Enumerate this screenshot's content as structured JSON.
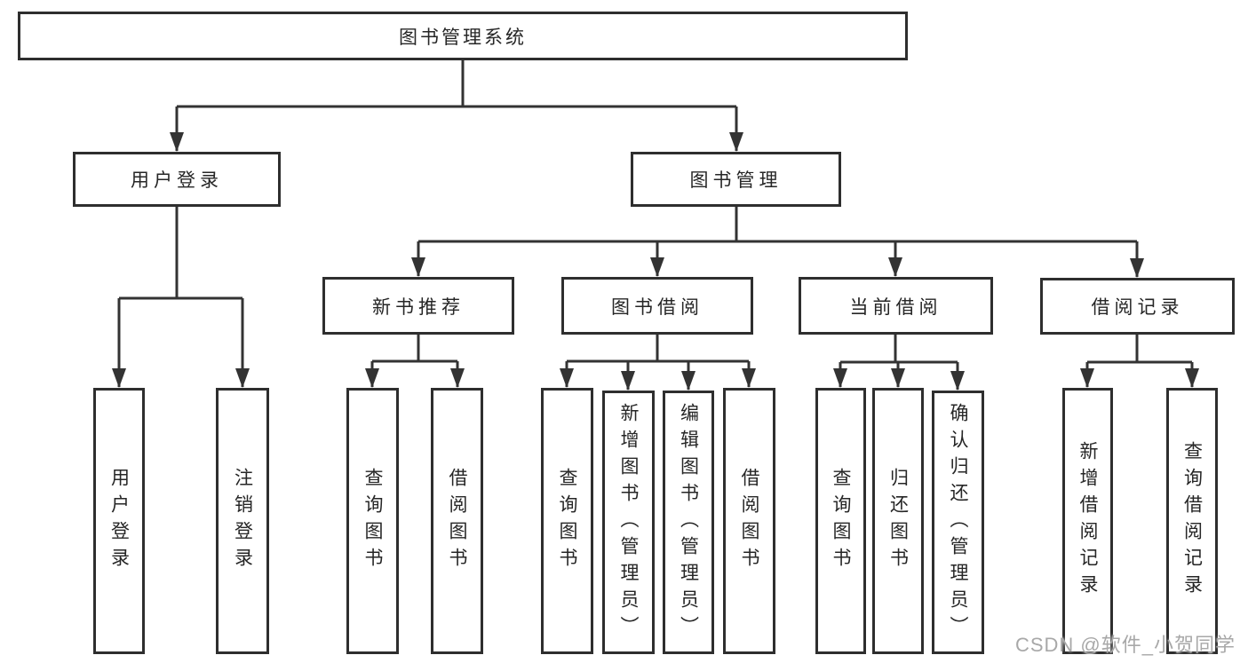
{
  "diagram": {
    "root": "图书管理系统",
    "branches": [
      {
        "label": "用户登录",
        "children": [
          "用户登录",
          "注销登录"
        ]
      },
      {
        "label": "图书管理",
        "children": [
          {
            "label": "新书推荐",
            "children": [
              "查询图书",
              "借阅图书"
            ]
          },
          {
            "label": "图书借阅",
            "children": [
              "查询图书",
              "新增图书（管理员）",
              "编辑图书（管理员）",
              "借阅图书"
            ]
          },
          {
            "label": "当前借阅",
            "children": [
              "查询图书",
              "归还图书",
              "确认归还（管理员）"
            ]
          },
          {
            "label": "借阅记录",
            "children": [
              "新增借阅记录",
              "查询借阅记录"
            ]
          }
        ]
      }
    ]
  },
  "watermark": {
    "text": "CSDN @软件_小贺同学"
  },
  "colors": {
    "line": "#333333",
    "border": "#2e2e2e",
    "text": "#262626",
    "background": "#ffffff",
    "watermark": "#a8a8a8"
  }
}
